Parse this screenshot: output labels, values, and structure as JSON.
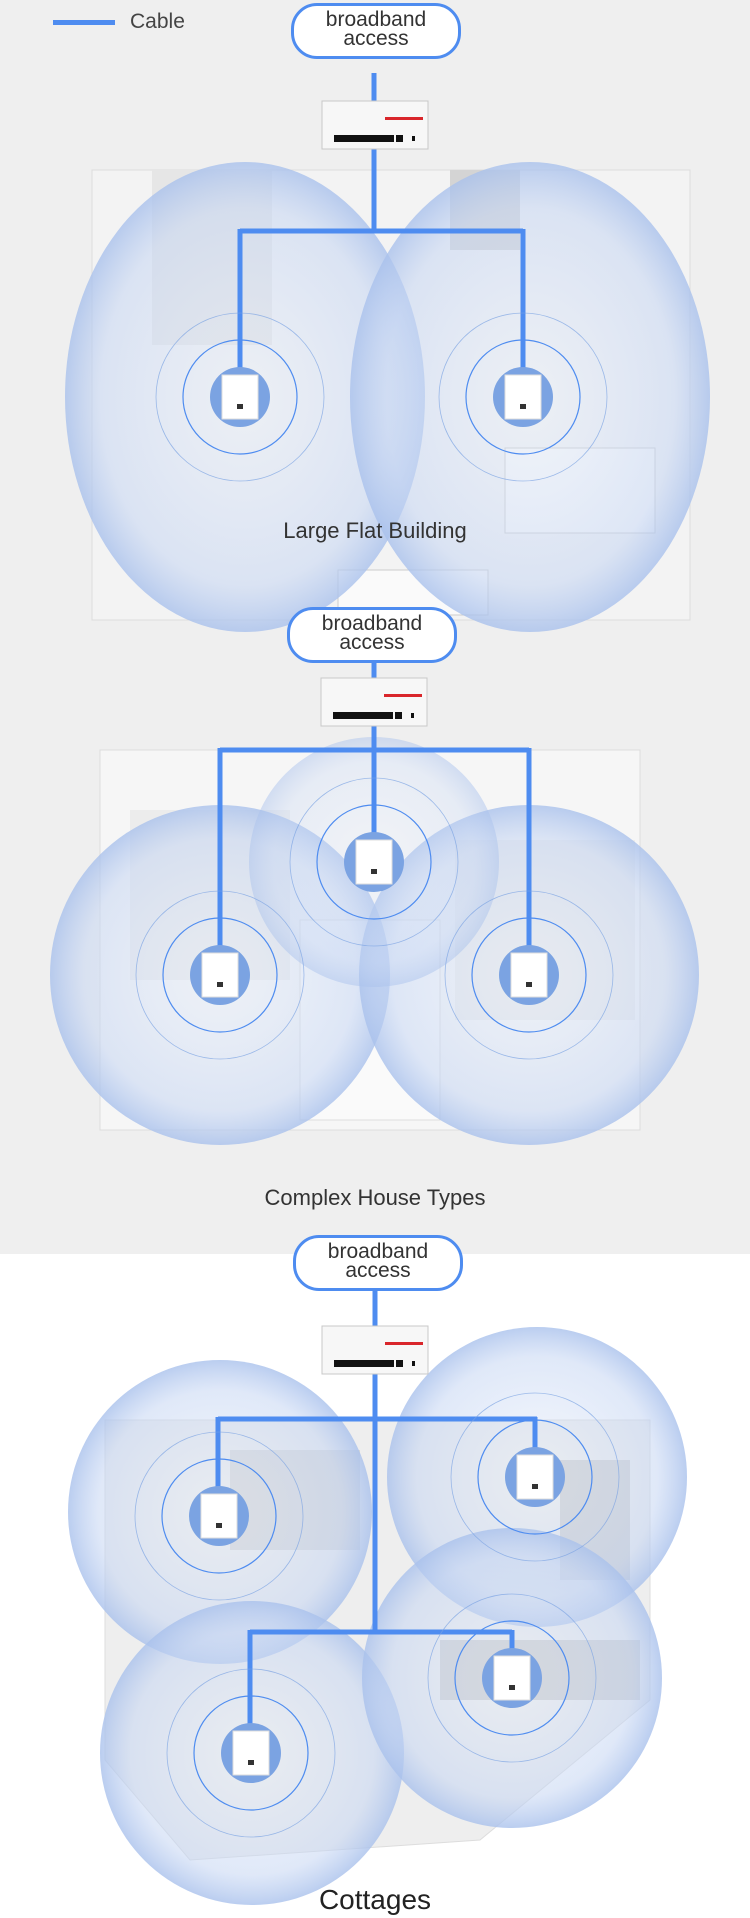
{
  "legend": {
    "cable_label": "Cable"
  },
  "colors": {
    "cable": "#4e8cf0",
    "coverage": "#c9d9f3",
    "ap": "#7ba3e2",
    "background": "#efefef"
  },
  "sections": [
    {
      "box_line1": "broadband",
      "box_line2": "access",
      "title": "Large Flat Building"
    },
    {
      "box_line1": "broadband",
      "box_line2": "access",
      "title": "Complex House Types"
    },
    {
      "box_line1": "broadband",
      "box_line2": "access",
      "title": "Cottages"
    }
  ]
}
